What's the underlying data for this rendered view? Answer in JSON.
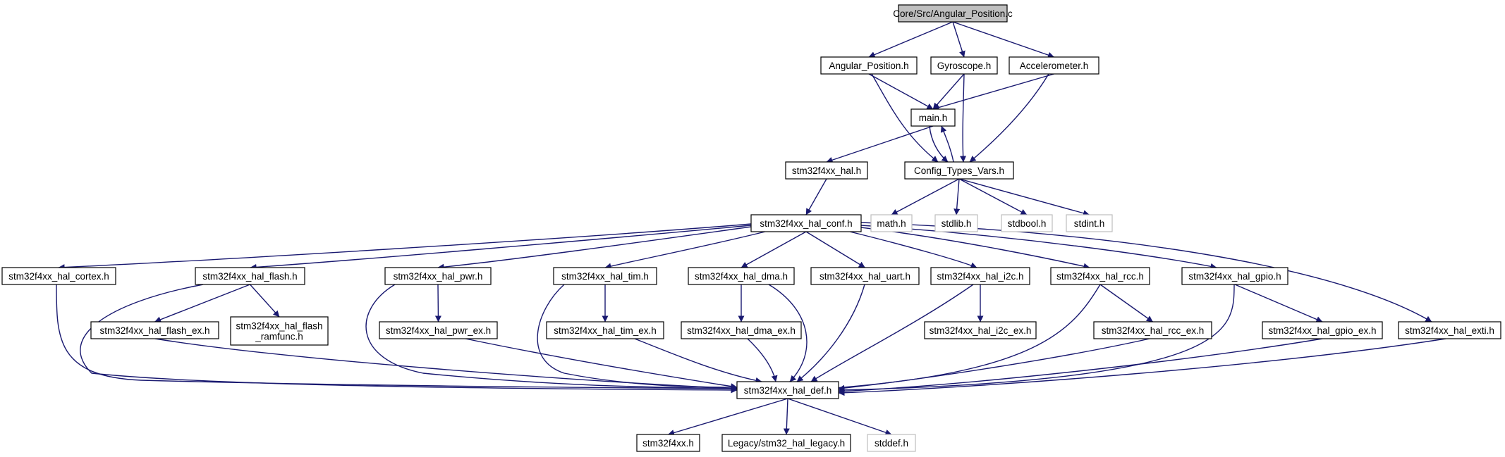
{
  "colors": {
    "edge": "#191970",
    "node_border": "#000000",
    "node_fill": "#ffffff",
    "root_fill": "#bfbfbf",
    "system_border": "#bfbfbf",
    "text": "#000000"
  },
  "nodes": {
    "root": {
      "label": "Core/Src/Angular_Position.c",
      "kind": "root"
    },
    "angular_position_h": {
      "label": "Angular_Position.h",
      "kind": "local"
    },
    "gyroscope_h": {
      "label": "Gyroscope.h",
      "kind": "local"
    },
    "accelerometer_h": {
      "label": "Accelerometer.h",
      "kind": "local"
    },
    "main_h": {
      "label": "main.h",
      "kind": "local"
    },
    "hal_h": {
      "label": "stm32f4xx_hal.h",
      "kind": "local"
    },
    "config_types_vars_h": {
      "label": "Config_Types_Vars.h",
      "kind": "local"
    },
    "math_h": {
      "label": "math.h",
      "kind": "system"
    },
    "stdlib_h": {
      "label": "stdlib.h",
      "kind": "system"
    },
    "stdbool_h": {
      "label": "stdbool.h",
      "kind": "system"
    },
    "stdint_h": {
      "label": "stdint.h",
      "kind": "system"
    },
    "hal_conf_h": {
      "label": "stm32f4xx_hal_conf.h",
      "kind": "local"
    },
    "hal_cortex_h": {
      "label": "stm32f4xx_hal_cortex.h",
      "kind": "local"
    },
    "hal_flash_h": {
      "label": "stm32f4xx_hal_flash.h",
      "kind": "local"
    },
    "hal_pwr_h": {
      "label": "stm32f4xx_hal_pwr.h",
      "kind": "local"
    },
    "hal_tim_h": {
      "label": "stm32f4xx_hal_tim.h",
      "kind": "local"
    },
    "hal_dma_h": {
      "label": "stm32f4xx_hal_dma.h",
      "kind": "local"
    },
    "hal_uart_h": {
      "label": "stm32f4xx_hal_uart.h",
      "kind": "local"
    },
    "hal_i2c_h": {
      "label": "stm32f4xx_hal_i2c.h",
      "kind": "local"
    },
    "hal_rcc_h": {
      "label": "stm32f4xx_hal_rcc.h",
      "kind": "local"
    },
    "hal_gpio_h": {
      "label": "stm32f4xx_hal_gpio.h",
      "kind": "local"
    },
    "hal_exti_h": {
      "label": "stm32f4xx_hal_exti.h",
      "kind": "local"
    },
    "hal_flash_ex_h": {
      "label": "stm32f4xx_hal_flash_ex.h",
      "kind": "local"
    },
    "hal_flash_ramfunc_h": {
      "label": "stm32f4xx_hal_flash\n_ramfunc.h",
      "kind": "local"
    },
    "hal_pwr_ex_h": {
      "label": "stm32f4xx_hal_pwr_ex.h",
      "kind": "local"
    },
    "hal_tim_ex_h": {
      "label": "stm32f4xx_hal_tim_ex.h",
      "kind": "local"
    },
    "hal_dma_ex_h": {
      "label": "stm32f4xx_hal_dma_ex.h",
      "kind": "local"
    },
    "hal_i2c_ex_h": {
      "label": "stm32f4xx_hal_i2c_ex.h",
      "kind": "local"
    },
    "hal_rcc_ex_h": {
      "label": "stm32f4xx_hal_rcc_ex.h",
      "kind": "local"
    },
    "hal_gpio_ex_h": {
      "label": "stm32f4xx_hal_gpio_ex.h",
      "kind": "local"
    },
    "hal_def_h": {
      "label": "stm32f4xx_hal_def.h",
      "kind": "local"
    },
    "stm32f4xx_h": {
      "label": "stm32f4xx.h",
      "kind": "local"
    },
    "hal_legacy_h": {
      "label": "Legacy/stm32_hal_legacy.h",
      "kind": "local"
    },
    "stddef_h": {
      "label": "stddef.h",
      "kind": "system"
    }
  },
  "edges": [
    [
      "root",
      "angular_position_h"
    ],
    [
      "root",
      "gyroscope_h"
    ],
    [
      "root",
      "accelerometer_h"
    ],
    [
      "angular_position_h",
      "main_h"
    ],
    [
      "angular_position_h",
      "config_types_vars_h"
    ],
    [
      "gyroscope_h",
      "main_h"
    ],
    [
      "gyroscope_h",
      "config_types_vars_h"
    ],
    [
      "accelerometer_h",
      "main_h"
    ],
    [
      "accelerometer_h",
      "config_types_vars_h"
    ],
    [
      "main_h",
      "hal_h"
    ],
    [
      "main_h",
      "config_types_vars_h"
    ],
    [
      "config_types_vars_h",
      "main_h"
    ],
    [
      "hal_h",
      "hal_conf_h"
    ],
    [
      "config_types_vars_h",
      "math_h"
    ],
    [
      "config_types_vars_h",
      "stdlib_h"
    ],
    [
      "config_types_vars_h",
      "stdbool_h"
    ],
    [
      "config_types_vars_h",
      "stdint_h"
    ],
    [
      "hal_conf_h",
      "hal_cortex_h"
    ],
    [
      "hal_conf_h",
      "hal_flash_h"
    ],
    [
      "hal_conf_h",
      "hal_pwr_h"
    ],
    [
      "hal_conf_h",
      "hal_tim_h"
    ],
    [
      "hal_conf_h",
      "hal_dma_h"
    ],
    [
      "hal_conf_h",
      "hal_uart_h"
    ],
    [
      "hal_conf_h",
      "hal_i2c_h"
    ],
    [
      "hal_conf_h",
      "hal_rcc_h"
    ],
    [
      "hal_conf_h",
      "hal_gpio_h"
    ],
    [
      "hal_conf_h",
      "hal_exti_h"
    ],
    [
      "hal_flash_h",
      "hal_flash_ex_h"
    ],
    [
      "hal_flash_h",
      "hal_flash_ramfunc_h"
    ],
    [
      "hal_pwr_h",
      "hal_pwr_ex_h"
    ],
    [
      "hal_tim_h",
      "hal_tim_ex_h"
    ],
    [
      "hal_dma_h",
      "hal_dma_ex_h"
    ],
    [
      "hal_i2c_h",
      "hal_i2c_ex_h"
    ],
    [
      "hal_rcc_h",
      "hal_rcc_ex_h"
    ],
    [
      "hal_gpio_h",
      "hal_gpio_ex_h"
    ],
    [
      "hal_cortex_h",
      "hal_def_h"
    ],
    [
      "hal_flash_h",
      "hal_def_h"
    ],
    [
      "hal_flash_ex_h",
      "hal_def_h"
    ],
    [
      "hal_pwr_h",
      "hal_def_h"
    ],
    [
      "hal_pwr_ex_h",
      "hal_def_h"
    ],
    [
      "hal_tim_h",
      "hal_def_h"
    ],
    [
      "hal_tim_ex_h",
      "hal_def_h"
    ],
    [
      "hal_dma_h",
      "hal_def_h"
    ],
    [
      "hal_dma_ex_h",
      "hal_def_h"
    ],
    [
      "hal_uart_h",
      "hal_def_h"
    ],
    [
      "hal_i2c_h",
      "hal_def_h"
    ],
    [
      "hal_rcc_h",
      "hal_def_h"
    ],
    [
      "hal_rcc_ex_h",
      "hal_def_h"
    ],
    [
      "hal_gpio_h",
      "hal_def_h"
    ],
    [
      "hal_gpio_ex_h",
      "hal_def_h"
    ],
    [
      "hal_exti_h",
      "hal_def_h"
    ],
    [
      "hal_def_h",
      "stm32f4xx_h"
    ],
    [
      "hal_def_h",
      "hal_legacy_h"
    ],
    [
      "hal_def_h",
      "stddef_h"
    ]
  ]
}
